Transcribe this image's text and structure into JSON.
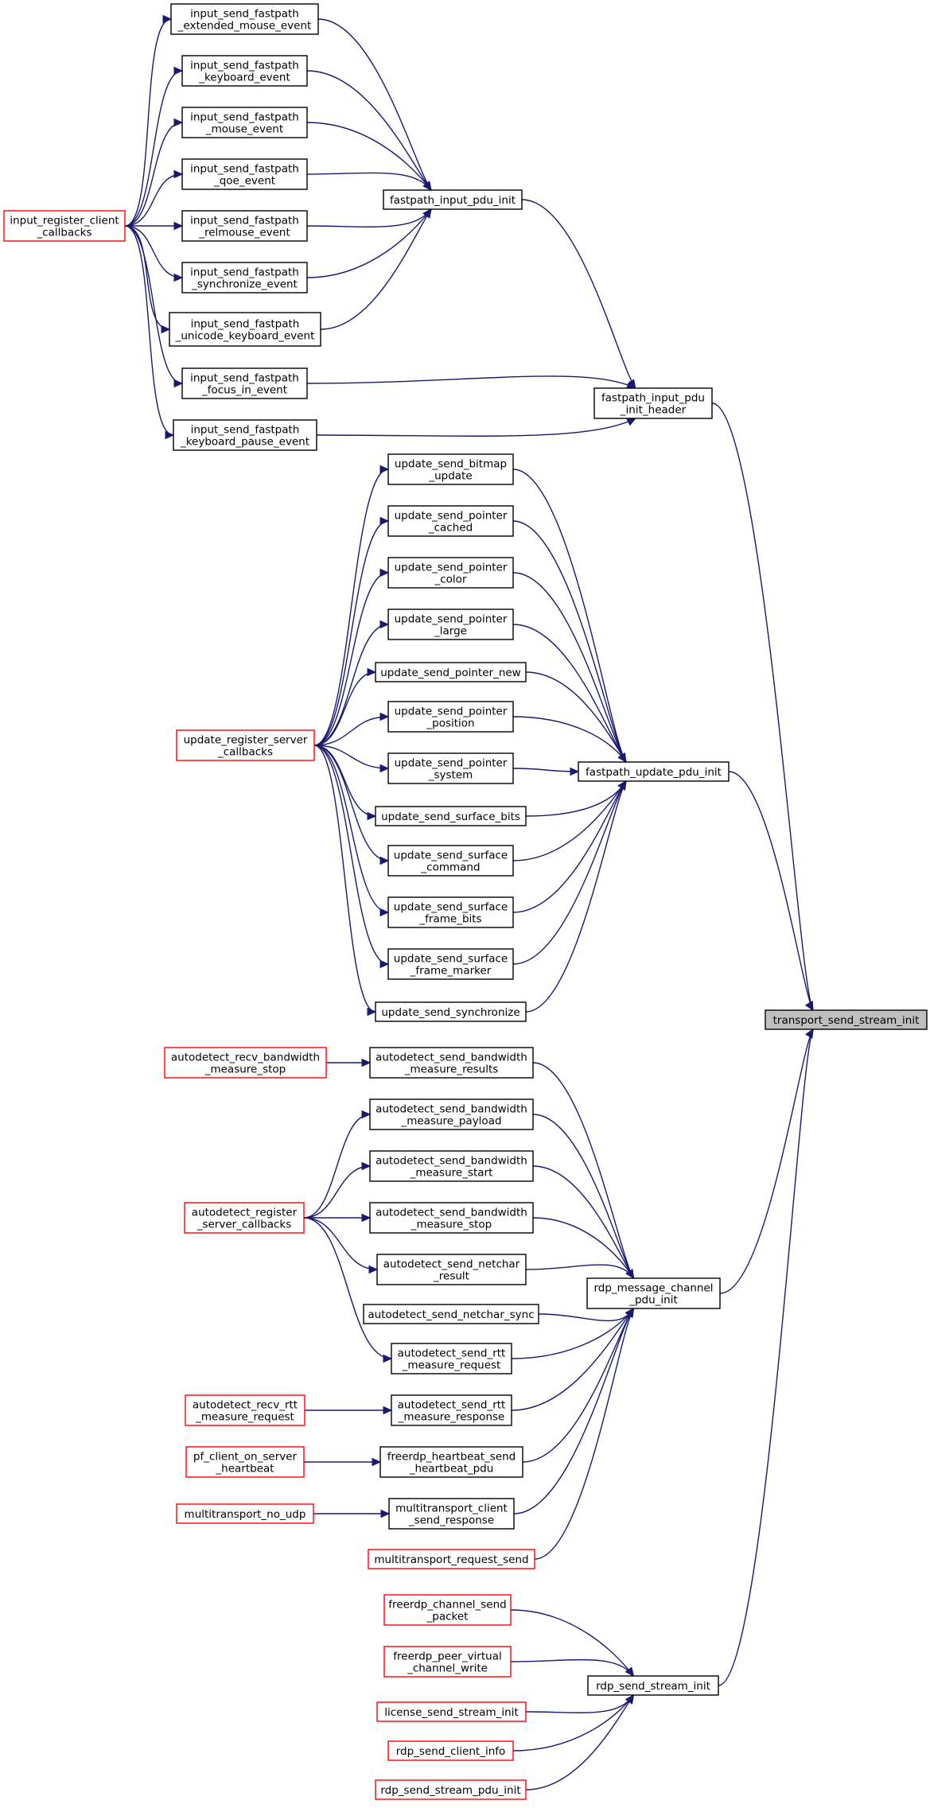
{
  "colors": {
    "edge": "#191970",
    "node_border_normal": "#000000",
    "node_border_truncated": "#ff0000",
    "node_fill": "#ffffff",
    "target_fill": "#bfbfbf"
  },
  "nodes": [
    {
      "id": "transport_send_stream_init",
      "lines": [
        "transport_send_stream_init"
      ],
      "style": "target"
    },
    {
      "id": "fastpath_input_pdu_init_header",
      "lines": [
        "fastpath_input_pdu",
        "_init_header"
      ],
      "style": "normal"
    },
    {
      "id": "fastpath_input_pdu_init",
      "lines": [
        "fastpath_input_pdu_init"
      ],
      "style": "normal"
    },
    {
      "id": "input_send_fastpath_extended_mouse_event",
      "lines": [
        "input_send_fastpath",
        "_extended_mouse_event"
      ],
      "style": "normal"
    },
    {
      "id": "input_send_fastpath_keyboard_event",
      "lines": [
        "input_send_fastpath",
        "_keyboard_event"
      ],
      "style": "normal"
    },
    {
      "id": "input_send_fastpath_mouse_event",
      "lines": [
        "input_send_fastpath",
        "_mouse_event"
      ],
      "style": "normal"
    },
    {
      "id": "input_send_fastpath_qoe_event",
      "lines": [
        "input_send_fastpath",
        "_qoe_event"
      ],
      "style": "normal"
    },
    {
      "id": "input_send_fastpath_relmouse_event",
      "lines": [
        "input_send_fastpath",
        "_relmouse_event"
      ],
      "style": "normal"
    },
    {
      "id": "input_send_fastpath_synchronize_event",
      "lines": [
        "input_send_fastpath",
        "_synchronize_event"
      ],
      "style": "normal"
    },
    {
      "id": "input_send_fastpath_unicode_keyboard_event",
      "lines": [
        "input_send_fastpath",
        "_unicode_keyboard_event"
      ],
      "style": "normal"
    },
    {
      "id": "input_send_fastpath_focus_in_event",
      "lines": [
        "input_send_fastpath",
        "_focus_in_event"
      ],
      "style": "normal"
    },
    {
      "id": "input_send_fastpath_keyboard_pause_event",
      "lines": [
        "input_send_fastpath",
        "_keyboard_pause_event"
      ],
      "style": "normal"
    },
    {
      "id": "input_register_client_callbacks",
      "lines": [
        "input_register_client",
        "_callbacks"
      ],
      "style": "truncated"
    },
    {
      "id": "fastpath_update_pdu_init",
      "lines": [
        "fastpath_update_pdu_init"
      ],
      "style": "normal"
    },
    {
      "id": "update_send_bitmap_update",
      "lines": [
        "update_send_bitmap",
        "_update"
      ],
      "style": "normal"
    },
    {
      "id": "update_send_pointer_cached",
      "lines": [
        "update_send_pointer",
        "_cached"
      ],
      "style": "normal"
    },
    {
      "id": "update_send_pointer_color",
      "lines": [
        "update_send_pointer",
        "_color"
      ],
      "style": "normal"
    },
    {
      "id": "update_send_pointer_large",
      "lines": [
        "update_send_pointer",
        "_large"
      ],
      "style": "normal"
    },
    {
      "id": "update_send_pointer_new",
      "lines": [
        "update_send_pointer_new"
      ],
      "style": "normal"
    },
    {
      "id": "update_send_pointer_position",
      "lines": [
        "update_send_pointer",
        "_position"
      ],
      "style": "normal"
    },
    {
      "id": "update_send_pointer_system",
      "lines": [
        "update_send_pointer",
        "_system"
      ],
      "style": "normal"
    },
    {
      "id": "update_send_surface_bits",
      "lines": [
        "update_send_surface_bits"
      ],
      "style": "normal"
    },
    {
      "id": "update_send_surface_command",
      "lines": [
        "update_send_surface",
        "_command"
      ],
      "style": "normal"
    },
    {
      "id": "update_send_surface_frame_bits",
      "lines": [
        "update_send_surface",
        "_frame_bits"
      ],
      "style": "normal"
    },
    {
      "id": "update_send_surface_frame_marker",
      "lines": [
        "update_send_surface",
        "_frame_marker"
      ],
      "style": "normal"
    },
    {
      "id": "update_send_synchronize",
      "lines": [
        "update_send_synchronize"
      ],
      "style": "normal"
    },
    {
      "id": "update_register_server_callbacks",
      "lines": [
        "update_register_server",
        "_callbacks"
      ],
      "style": "truncated"
    },
    {
      "id": "rdp_message_channel_pdu_init",
      "lines": [
        "rdp_message_channel",
        "_pdu_init"
      ],
      "style": "normal"
    },
    {
      "id": "autodetect_send_bandwidth_measure_results",
      "lines": [
        "autodetect_send_bandwidth",
        "_measure_results"
      ],
      "style": "normal"
    },
    {
      "id": "autodetect_recv_bandwidth_measure_stop",
      "lines": [
        "autodetect_recv_bandwidth",
        "_measure_stop"
      ],
      "style": "truncated"
    },
    {
      "id": "autodetect_send_bandwidth_measure_payload",
      "lines": [
        "autodetect_send_bandwidth",
        "_measure_payload"
      ],
      "style": "normal"
    },
    {
      "id": "autodetect_send_bandwidth_measure_start",
      "lines": [
        "autodetect_send_bandwidth",
        "_measure_start"
      ],
      "style": "normal"
    },
    {
      "id": "autodetect_send_bandwidth_measure_stop",
      "lines": [
        "autodetect_send_bandwidth",
        "_measure_stop"
      ],
      "style": "normal"
    },
    {
      "id": "autodetect_send_netchar_result",
      "lines": [
        "autodetect_send_netchar",
        "_result"
      ],
      "style": "normal"
    },
    {
      "id": "autodetect_send_netchar_sync",
      "lines": [
        "autodetect_send_netchar_sync"
      ],
      "style": "normal"
    },
    {
      "id": "autodetect_send_rtt_measure_request",
      "lines": [
        "autodetect_send_rtt",
        "_measure_request"
      ],
      "style": "normal"
    },
    {
      "id": "autodetect_register_server_callbacks",
      "lines": [
        "autodetect_register",
        "_server_callbacks"
      ],
      "style": "truncated"
    },
    {
      "id": "autodetect_send_rtt_measure_response",
      "lines": [
        "autodetect_send_rtt",
        "_measure_response"
      ],
      "style": "normal"
    },
    {
      "id": "autodetect_recv_rtt_measure_request",
      "lines": [
        "autodetect_recv_rtt",
        "_measure_request"
      ],
      "style": "truncated"
    },
    {
      "id": "freerdp_heartbeat_send_heartbeat_pdu",
      "lines": [
        "freerdp_heartbeat_send",
        "_heartbeat_pdu"
      ],
      "style": "normal"
    },
    {
      "id": "pf_client_on_server_heartbeat",
      "lines": [
        "pf_client_on_server",
        "_heartbeat"
      ],
      "style": "truncated"
    },
    {
      "id": "multitransport_client_send_response",
      "lines": [
        "multitransport_client",
        "_send_response"
      ],
      "style": "normal"
    },
    {
      "id": "multitransport_no_udp",
      "lines": [
        "multitransport_no_udp"
      ],
      "style": "truncated"
    },
    {
      "id": "multitransport_request_send",
      "lines": [
        "multitransport_request_send"
      ],
      "style": "truncated"
    },
    {
      "id": "rdp_send_stream_init",
      "lines": [
        "rdp_send_stream_init"
      ],
      "style": "normal"
    },
    {
      "id": "freerdp_channel_send_packet",
      "lines": [
        "freerdp_channel_send",
        "_packet"
      ],
      "style": "truncated"
    },
    {
      "id": "freerdp_peer_virtual_channel_write",
      "lines": [
        "freerdp_peer_virtual",
        "_channel_write"
      ],
      "style": "truncated"
    },
    {
      "id": "license_send_stream_init",
      "lines": [
        "license_send_stream_init"
      ],
      "style": "truncated"
    },
    {
      "id": "rdp_send_client_info",
      "lines": [
        "rdp_send_client_info"
      ],
      "style": "truncated"
    },
    {
      "id": "rdp_send_stream_pdu_init",
      "lines": [
        "rdp_send_stream_pdu_init"
      ],
      "style": "truncated"
    }
  ],
  "edges": [
    [
      "fastpath_input_pdu_init_header",
      "transport_send_stream_init"
    ],
    [
      "fastpath_update_pdu_init",
      "transport_send_stream_init"
    ],
    [
      "rdp_message_channel_pdu_init",
      "transport_send_stream_init"
    ],
    [
      "rdp_send_stream_init",
      "transport_send_stream_init"
    ],
    [
      "fastpath_input_pdu_init",
      "fastpath_input_pdu_init_header"
    ],
    [
      "input_send_fastpath_focus_in_event",
      "fastpath_input_pdu_init_header"
    ],
    [
      "input_send_fastpath_keyboard_pause_event",
      "fastpath_input_pdu_init_header"
    ],
    [
      "input_send_fastpath_extended_mouse_event",
      "fastpath_input_pdu_init"
    ],
    [
      "input_send_fastpath_keyboard_event",
      "fastpath_input_pdu_init"
    ],
    [
      "input_send_fastpath_mouse_event",
      "fastpath_input_pdu_init"
    ],
    [
      "input_send_fastpath_qoe_event",
      "fastpath_input_pdu_init"
    ],
    [
      "input_send_fastpath_relmouse_event",
      "fastpath_input_pdu_init"
    ],
    [
      "input_send_fastpath_synchronize_event",
      "fastpath_input_pdu_init"
    ],
    [
      "input_send_fastpath_unicode_keyboard_event",
      "fastpath_input_pdu_init"
    ],
    [
      "input_register_client_callbacks",
      "input_send_fastpath_extended_mouse_event"
    ],
    [
      "input_register_client_callbacks",
      "input_send_fastpath_keyboard_event"
    ],
    [
      "input_register_client_callbacks",
      "input_send_fastpath_mouse_event"
    ],
    [
      "input_register_client_callbacks",
      "input_send_fastpath_qoe_event"
    ],
    [
      "input_register_client_callbacks",
      "input_send_fastpath_relmouse_event"
    ],
    [
      "input_register_client_callbacks",
      "input_send_fastpath_synchronize_event"
    ],
    [
      "input_register_client_callbacks",
      "input_send_fastpath_unicode_keyboard_event"
    ],
    [
      "input_register_client_callbacks",
      "input_send_fastpath_focus_in_event"
    ],
    [
      "input_register_client_callbacks",
      "input_send_fastpath_keyboard_pause_event"
    ],
    [
      "update_send_bitmap_update",
      "fastpath_update_pdu_init"
    ],
    [
      "update_send_pointer_cached",
      "fastpath_update_pdu_init"
    ],
    [
      "update_send_pointer_color",
      "fastpath_update_pdu_init"
    ],
    [
      "update_send_pointer_large",
      "fastpath_update_pdu_init"
    ],
    [
      "update_send_pointer_new",
      "fastpath_update_pdu_init"
    ],
    [
      "update_send_pointer_position",
      "fastpath_update_pdu_init"
    ],
    [
      "update_send_pointer_system",
      "fastpath_update_pdu_init"
    ],
    [
      "update_send_surface_bits",
      "fastpath_update_pdu_init"
    ],
    [
      "update_send_surface_command",
      "fastpath_update_pdu_init"
    ],
    [
      "update_send_surface_frame_bits",
      "fastpath_update_pdu_init"
    ],
    [
      "update_send_surface_frame_marker",
      "fastpath_update_pdu_init"
    ],
    [
      "update_send_synchronize",
      "fastpath_update_pdu_init"
    ],
    [
      "update_register_server_callbacks",
      "update_send_bitmap_update"
    ],
    [
      "update_register_server_callbacks",
      "update_send_pointer_cached"
    ],
    [
      "update_register_server_callbacks",
      "update_send_pointer_color"
    ],
    [
      "update_register_server_callbacks",
      "update_send_pointer_large"
    ],
    [
      "update_register_server_callbacks",
      "update_send_pointer_new"
    ],
    [
      "update_register_server_callbacks",
      "update_send_pointer_position"
    ],
    [
      "update_register_server_callbacks",
      "update_send_pointer_system"
    ],
    [
      "update_register_server_callbacks",
      "update_send_surface_bits"
    ],
    [
      "update_register_server_callbacks",
      "update_send_surface_command"
    ],
    [
      "update_register_server_callbacks",
      "update_send_surface_frame_bits"
    ],
    [
      "update_register_server_callbacks",
      "update_send_surface_frame_marker"
    ],
    [
      "update_register_server_callbacks",
      "update_send_synchronize"
    ],
    [
      "autodetect_send_bandwidth_measure_results",
      "rdp_message_channel_pdu_init"
    ],
    [
      "autodetect_send_bandwidth_measure_payload",
      "rdp_message_channel_pdu_init"
    ],
    [
      "autodetect_send_bandwidth_measure_start",
      "rdp_message_channel_pdu_init"
    ],
    [
      "autodetect_send_bandwidth_measure_stop",
      "rdp_message_channel_pdu_init"
    ],
    [
      "autodetect_send_netchar_result",
      "rdp_message_channel_pdu_init"
    ],
    [
      "autodetect_send_netchar_sync",
      "rdp_message_channel_pdu_init"
    ],
    [
      "autodetect_send_rtt_measure_request",
      "rdp_message_channel_pdu_init"
    ],
    [
      "autodetect_send_rtt_measure_response",
      "rdp_message_channel_pdu_init"
    ],
    [
      "freerdp_heartbeat_send_heartbeat_pdu",
      "rdp_message_channel_pdu_init"
    ],
    [
      "multitransport_client_send_response",
      "rdp_message_channel_pdu_init"
    ],
    [
      "multitransport_request_send",
      "rdp_message_channel_pdu_init"
    ],
    [
      "autodetect_recv_bandwidth_measure_stop",
      "autodetect_send_bandwidth_measure_results"
    ],
    [
      "autodetect_register_server_callbacks",
      "autodetect_send_bandwidth_measure_payload"
    ],
    [
      "autodetect_register_server_callbacks",
      "autodetect_send_bandwidth_measure_start"
    ],
    [
      "autodetect_register_server_callbacks",
      "autodetect_send_bandwidth_measure_stop"
    ],
    [
      "autodetect_register_server_callbacks",
      "autodetect_send_netchar_result"
    ],
    [
      "autodetect_register_server_callbacks",
      "autodetect_send_rtt_measure_request"
    ],
    [
      "autodetect_recv_rtt_measure_request",
      "autodetect_send_rtt_measure_response"
    ],
    [
      "pf_client_on_server_heartbeat",
      "freerdp_heartbeat_send_heartbeat_pdu"
    ],
    [
      "multitransport_no_udp",
      "multitransport_client_send_response"
    ],
    [
      "freerdp_channel_send_packet",
      "rdp_send_stream_init"
    ],
    [
      "freerdp_peer_virtual_channel_write",
      "rdp_send_stream_init"
    ],
    [
      "license_send_stream_init",
      "rdp_send_stream_init"
    ],
    [
      "rdp_send_client_info",
      "rdp_send_stream_init"
    ],
    [
      "rdp_send_stream_pdu_init",
      "rdp_send_stream_init"
    ]
  ]
}
